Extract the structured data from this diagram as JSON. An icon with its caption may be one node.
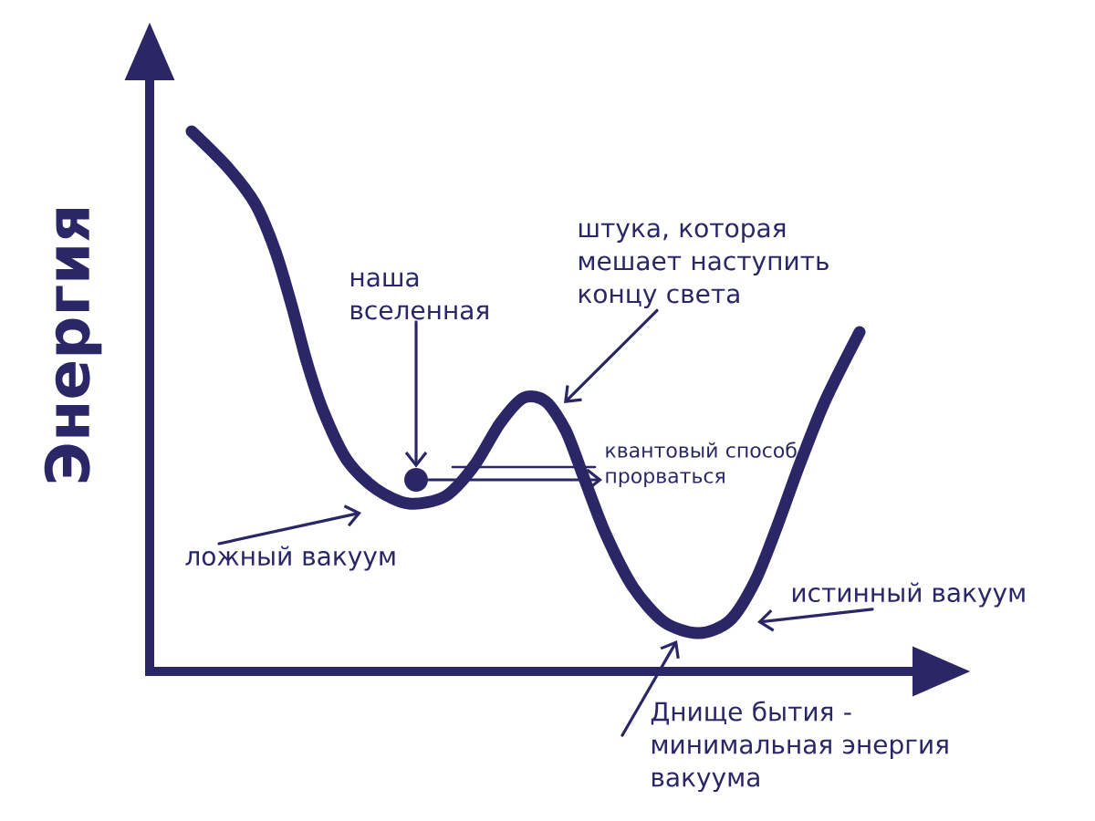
{
  "diagram": {
    "nodes": [
      {
        "text": [
          "наша вселенная"
        ]
      },
      {
        "text": [
          "штука, которая мешает наступить концу света"
        ]
      },
      {
        "text": [],
        "shape": "circle"
      },
      {
        "text": [
          "квантовый способ прорваться"
        ]
      },
      {
        "text": [
          "ложный вакуум"
        ]
      },
      {
        "text": [
          "истинный вакуум"
        ]
      },
      {
        "text": [
          "Днище бытия - минимальная энергия вакуума"
        ]
      }
    ],
    "edges": [
      {
        "from": 0,
        "to": 2,
        "arrow": "to"
      },
      {
        "from": 1,
        "to": null,
        "arrow": "to"
      },
      {
        "from": 2,
        "to": 3,
        "arrow": "to"
      },
      {
        "from": 4,
        "to": null,
        "arrow": "to"
      },
      {
        "from": 5,
        "to": null,
        "arrow": "to"
      },
      {
        "from": 6,
        "to": null,
        "arrow": "to"
      }
    ],
    "labels": [
      "Энергия"
    ]
  }
}
